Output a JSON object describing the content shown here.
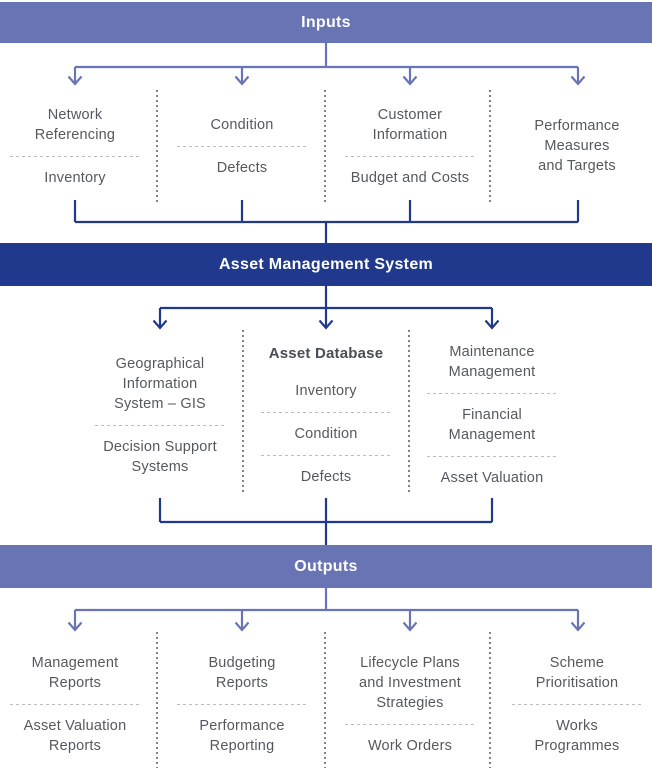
{
  "colors": {
    "purple": "#6874b4",
    "navy": "#21398c",
    "text": "#55595f",
    "title_text": "#494d55",
    "separator": "#b9bcc1",
    "divider": "#7d828a",
    "bar_text": "#ffffff",
    "background": "#ffffff"
  },
  "bars": {
    "inputs": "Inputs",
    "asset_management_system": "Asset Management System",
    "outputs": "Outputs"
  },
  "inputs": {
    "columns": [
      {
        "items": [
          "Network\nReferencing",
          "Inventory"
        ]
      },
      {
        "items": [
          "Condition",
          "Defects"
        ]
      },
      {
        "items": [
          "Customer\nInformation",
          "Budget and Costs"
        ]
      },
      {
        "items": [
          "Performance\nMeasures\nand Targets"
        ]
      }
    ]
  },
  "system": {
    "columns": [
      {
        "items": [
          "Geographical\nInformation\nSystem – GIS",
          "Decision Support\nSystems"
        ]
      },
      {
        "title": "Asset Database",
        "items": [
          "Inventory",
          "Condition",
          "Defects"
        ]
      },
      {
        "items": [
          "Maintenance\nManagement",
          "Financial\nManagement",
          "Asset Valuation"
        ]
      }
    ]
  },
  "outputs": {
    "columns": [
      {
        "items": [
          "Management\nReports",
          "Asset Valuation\nReports"
        ]
      },
      {
        "items": [
          "Budgeting\nReports",
          "Performance\nReporting"
        ]
      },
      {
        "items": [
          "Lifecycle Plans\nand Investment\nStrategies",
          "Work Orders"
        ]
      },
      {
        "items": [
          "Scheme\nPrioritisation",
          "Works\nProgrammes"
        ]
      }
    ]
  }
}
